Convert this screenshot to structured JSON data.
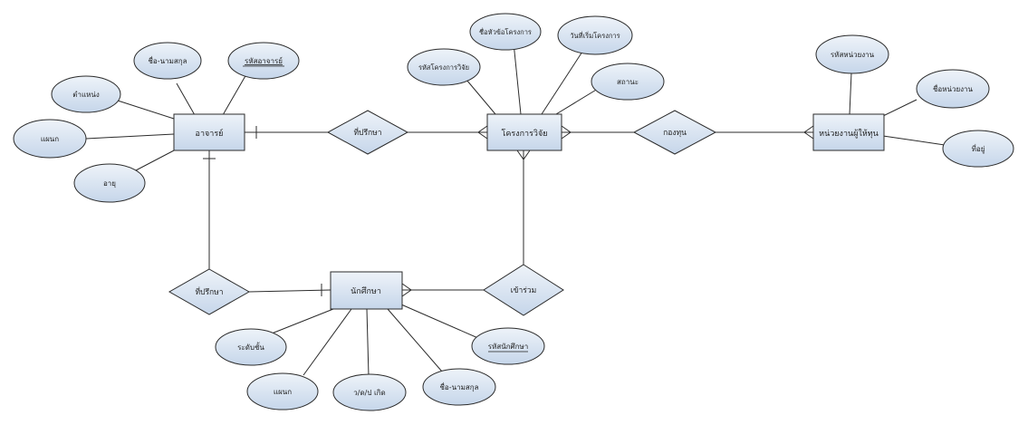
{
  "entities": {
    "teacher": "อาจารย์",
    "project": "โครงการวิจัย",
    "agency": "หน่วยงานผู้ให้ทุน",
    "student": "นักศึกษา"
  },
  "relationships": {
    "advise_project": "ที่ปรึกษา",
    "fund": "กองทุน",
    "advise_student": "ที่ปรึกษา",
    "join": "เข้าร่วม"
  },
  "attributes": {
    "teacher_name": "ชื่อ-นามสกุล",
    "teacher_id": "รหัสอาจารย์",
    "teacher_position": "ตำแหน่ง",
    "teacher_dept": "แผนก",
    "teacher_age": "อายุ",
    "project_id": "รหัสโครงการวิจัย",
    "project_title": "ชื่อหัวข้อโครงการ",
    "project_start": "วันที่เริ่มโครงการ",
    "project_status": "สถานะ",
    "agency_id": "รหัสหน่วยงาน",
    "agency_name": "ชื่อหน่วยงาน",
    "agency_address": "ที่อยู่",
    "student_level": "ระดับชั้น",
    "student_dept": "แผนก",
    "student_dob": "ว/ด/ป เกิด",
    "student_name": "ชื่อ-นามสกุล",
    "student_id": "รหัสนักศึกษา"
  },
  "colors": {
    "fill": "#dce6f2",
    "fill_dark": "#b8cce4",
    "stroke": "#2b2b2b"
  }
}
